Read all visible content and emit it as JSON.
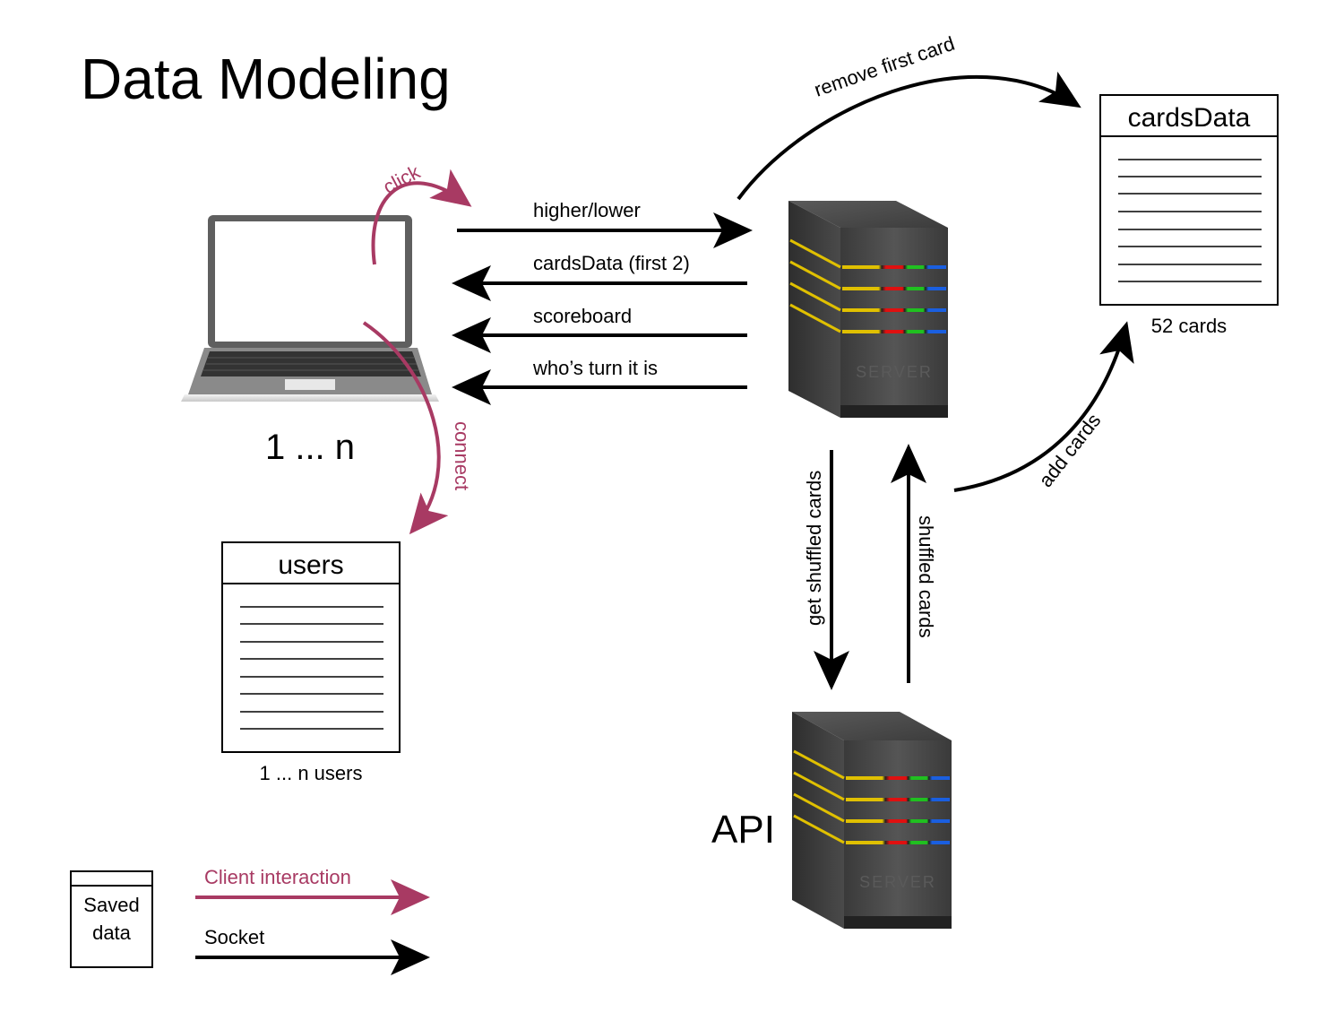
{
  "title": "Data Modeling",
  "colors": {
    "client_interaction": "#a83a63",
    "socket": "#000000",
    "server_body": "#444444",
    "led_yellow": "#e0c000",
    "led_red": "#e01010",
    "led_green": "#20c020",
    "led_blue": "#1a5fe0"
  },
  "client": {
    "icon": "laptop-icon",
    "label": "1 ... n",
    "click_label": "click",
    "connect_label": "connect"
  },
  "socket_messages": [
    {
      "label": "higher/lower",
      "direction": "to-server"
    },
    {
      "label": "cardsData (first 2)",
      "direction": "to-client"
    },
    {
      "label": "scoreboard",
      "direction": "to-client"
    },
    {
      "label": "who’s turn it is",
      "direction": "to-client"
    }
  ],
  "server": {
    "icon": "server-tower-icon",
    "watermark": "SERVER"
  },
  "api": {
    "icon": "server-tower-icon",
    "label": "API",
    "watermark": "SERVER"
  },
  "cards_store": {
    "title": "cardsData",
    "caption": "52 cards",
    "remove_label": "remove first card",
    "add_label": "add cards"
  },
  "users_store": {
    "title": "users",
    "caption": "1 ... n users"
  },
  "api_messages": {
    "request_label": "get shuffled cards",
    "response_label": "shuffled cards"
  },
  "legend": {
    "saved_label_line1": "Saved",
    "saved_label_line2": "data",
    "client_label": "Client interaction",
    "socket_label": "Socket"
  }
}
